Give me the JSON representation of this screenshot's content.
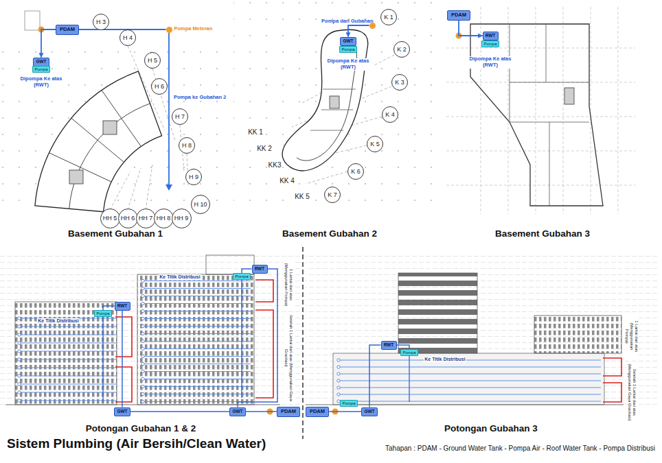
{
  "diagram": {
    "title": "Sistem Plumbing (Air Bersih/Clean Water)",
    "caption": "Tahapan : PDAM - Ground Water Tank - Pompa Air - Roof Water Tank - Pompa Distribusi",
    "nodes": [
      {
        "text": [
          "PDAM"
        ]
      },
      {
        "text": [
          "Pompa Meteran"
        ]
      },
      {
        "text": [
          "GWT"
        ]
      },
      {
        "text": [
          "Pompa"
        ]
      },
      {
        "text": [
          "H 3"
        ]
      },
      {
        "text": [
          "H 4"
        ]
      },
      {
        "text": [
          "H 5"
        ]
      },
      {
        "text": [
          "H 6"
        ]
      },
      {
        "text": [
          "H 7"
        ]
      },
      {
        "text": [
          "H 8"
        ]
      },
      {
        "text": [
          "H 9"
        ]
      },
      {
        "text": [
          "H 10"
        ]
      },
      {
        "text": [
          "HH 5"
        ]
      },
      {
        "text": [
          "HH 6"
        ]
      },
      {
        "text": [
          "HH 7"
        ]
      },
      {
        "text": [
          "HH 8"
        ]
      },
      {
        "text": [
          "HH 9"
        ]
      },
      {
        "text": [
          "Pompa dari Gubahan"
        ]
      },
      {
        "text": [
          "GWT"
        ]
      },
      {
        "text": [
          "Pompa"
        ]
      },
      {
        "text": [
          "K 1"
        ]
      },
      {
        "text": [
          "K 2"
        ]
      },
      {
        "text": [
          "K 3"
        ]
      },
      {
        "text": [
          "K 4"
        ]
      },
      {
        "text": [
          "K 5"
        ]
      },
      {
        "text": [
          "K 6"
        ]
      },
      {
        "text": [
          "K 7"
        ]
      },
      {
        "text": [
          "PDAM"
        ]
      },
      {
        "text": [
          "RWT"
        ]
      },
      {
        "text": [
          "Pompa"
        ]
      },
      {
        "text": [
          "RWT"
        ]
      },
      {
        "text": [
          "Pompa"
        ]
      },
      {
        "text": [
          "RWT"
        ]
      },
      {
        "text": [
          "Pompa"
        ]
      },
      {
        "text": [
          "GWT"
        ]
      },
      {
        "text": [
          "GWT"
        ]
      },
      {
        "text": [
          "PDAM"
        ]
      },
      {
        "text": [
          "PDAM"
        ]
      },
      {
        "text": [
          "Pompa"
        ]
      },
      {
        "text": [
          "GWT"
        ]
      },
      {
        "text": [
          "RWT"
        ]
      },
      {
        "text": [
          "Pompa"
        ]
      }
    ],
    "edges": [
      {
        "from": 0,
        "to": 1,
        "arrow": "none"
      },
      {
        "from": 0,
        "to": 2,
        "arrow": "to"
      },
      {
        "from": 17,
        "to": 18,
        "arrow": "to"
      },
      {
        "from": 27,
        "to": 28,
        "arrow": "to"
      },
      {
        "from": 36,
        "to": 35,
        "arrow": "none"
      },
      {
        "from": 35,
        "to": 34,
        "arrow": "none"
      },
      {
        "from": 34,
        "to": 30,
        "arrow": "none"
      },
      {
        "from": 30,
        "to": 31,
        "arrow": "none"
      },
      {
        "from": 35,
        "to": 32,
        "arrow": "none"
      },
      {
        "from": 32,
        "to": 33,
        "arrow": "none"
      },
      {
        "from": 37,
        "to": 39,
        "arrow": "none"
      },
      {
        "from": 39,
        "to": 40,
        "arrow": "none"
      },
      {
        "from": 40,
        "to": 41,
        "arrow": "none"
      }
    ],
    "labels": [
      "Pompa ke Gubahan 2",
      "Dipompa Ke atas (RWT)",
      "KK 1",
      "KK 2",
      "KK3",
      "KK 4",
      "KK 5",
      "Dipompa Ke atas (RWT)",
      "Dipompa Ke atas (RWT)",
      "Basement Gubahan 1",
      "Basement Gubahan 2",
      "Basement Gubahan 3",
      "Ke Titik Distribusi",
      "Ke Titik Distribusi",
      "1 Lantai dari atas (Menggunakan Pompa)",
      "Setelah 1 Lantai dari atas (Menggunakan Gaya Gravitasi)",
      "Ke Titik Distribusi",
      "1 Lantai dari atas (Menggunakan Pompa)",
      "Setelah 1 Lantai dari atas (Menggunakan Gaya Gravitasi)",
      "Potongan Gubahan 1 & 2",
      "Potongan Gubahan 3"
    ]
  }
}
